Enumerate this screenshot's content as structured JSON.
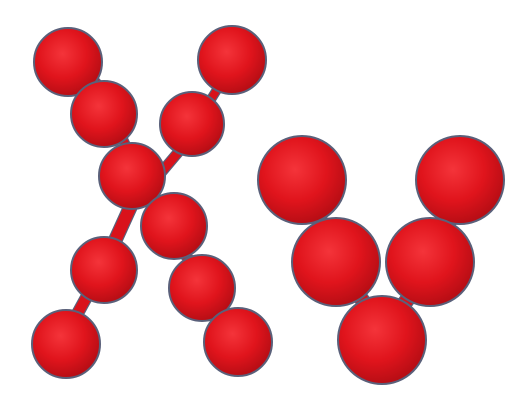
{
  "figure": {
    "background_color": "#ffffff",
    "bead_color": "#e0141c",
    "bead_highlight_color": "#f4343a",
    "bead_shadow_color": "#b30d14",
    "outline_color": "#5a607a",
    "connector_color": "#d9121b"
  },
  "shapes": [
    {
      "name": "x-shaped-bead-chain",
      "bead_count": 10
    },
    {
      "name": "y-shaped-bead-chain",
      "bead_count": 5
    }
  ]
}
